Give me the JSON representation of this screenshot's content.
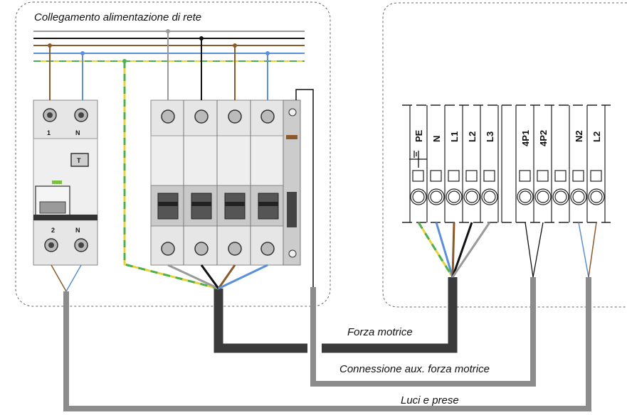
{
  "labels": {
    "mains": "Collegamento alimentazione di rete",
    "power": "Forza motrice",
    "aux": "Connessione aux. forza motrice",
    "lights": "Luci e prese"
  },
  "rcbo": {
    "top_terms": [
      "1",
      "N"
    ],
    "bottom_terms": [
      "2",
      "N"
    ],
    "button": "T"
  },
  "terminal_block": {
    "labels": [
      "PE",
      "N",
      "L1",
      "L2",
      "L3",
      "4P1",
      "4P2",
      "N2",
      "L2"
    ]
  },
  "colors": {
    "phase_brown": "#8B5A2B",
    "phase_black": "#111111",
    "phase_grey": "#9a9a9a",
    "neutral_blue": "#5b8fd9",
    "earth_green": "#4caf50",
    "earth_yellow": "#e8d23a",
    "cable_power": "#3a3a3a",
    "cable_aux": "#8c8c8c",
    "cable_lights": "#8c8c8c"
  }
}
